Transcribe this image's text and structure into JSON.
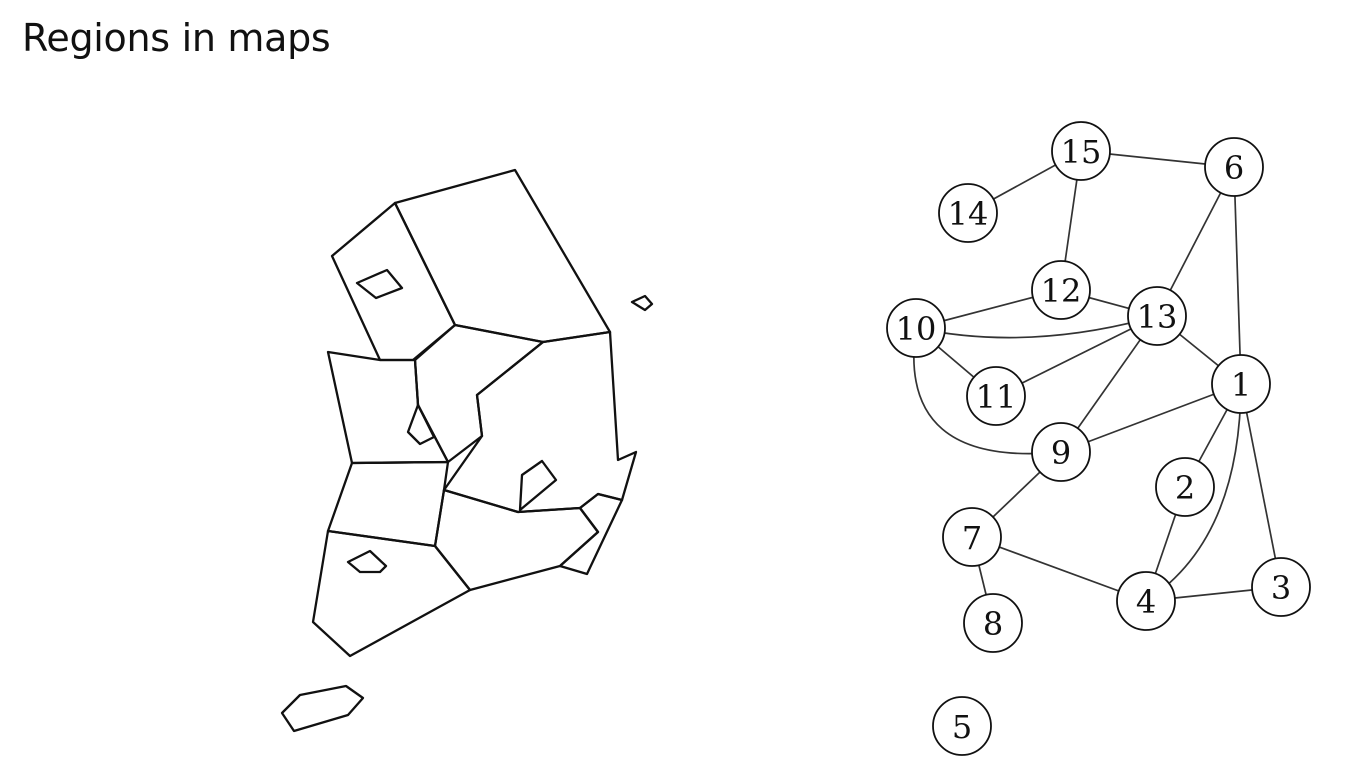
{
  "title": "Regions in maps",
  "graph": {
    "nodes": [
      "1",
      "2",
      "3",
      "4",
      "5",
      "6",
      "7",
      "8",
      "9",
      "10",
      "11",
      "12",
      "13",
      "14",
      "15"
    ],
    "edges": [
      [
        "15",
        "14"
      ],
      [
        "15",
        "6"
      ],
      [
        "15",
        "12"
      ],
      [
        "6",
        "13"
      ],
      [
        "6",
        "1"
      ],
      [
        "12",
        "10"
      ],
      [
        "12",
        "13"
      ],
      [
        "10",
        "13"
      ],
      [
        "10",
        "11"
      ],
      [
        "10",
        "9"
      ],
      [
        "11",
        "13"
      ],
      [
        "13",
        "1"
      ],
      [
        "13",
        "9"
      ],
      [
        "9",
        "1"
      ],
      [
        "9",
        "7"
      ],
      [
        "1",
        "2"
      ],
      [
        "1",
        "4"
      ],
      [
        "1",
        "3"
      ],
      [
        "2",
        "4"
      ],
      [
        "4",
        "7"
      ],
      [
        "4",
        "3"
      ],
      [
        "7",
        "8"
      ]
    ]
  }
}
